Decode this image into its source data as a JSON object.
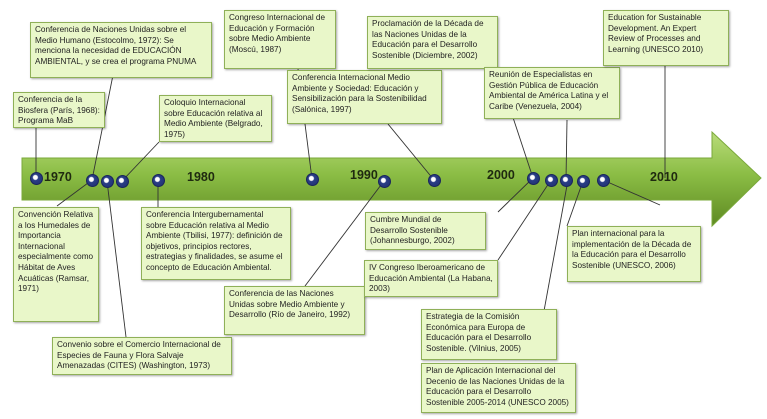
{
  "timeline": {
    "years": [
      "1970",
      "1980",
      "1990",
      "2000",
      "2010"
    ]
  },
  "events": {
    "e01": "Conferencia de Naciones Unidas sobre el Medio Humano (Estocolmo, 1972): Se menciona la necesidad de EDUCACIÓN AMBIENTAL, y se crea el programa PNUMA",
    "e02": "Conferencia de la Biosfera (París, 1968): Programa MaB",
    "e03": "Coloquio Internacional sobre Educación relativa al Medio Ambiente (Belgrado, 1975)",
    "e04": "Congreso Internacional de Educación y Formación sobre Medio Ambiente (Moscú, 1987)",
    "e05": "Conferencia Internacional Medio Ambiente y Sociedad: Educación y Sensibilización para la Sostenibilidad (Salónica, 1997)",
    "e06": "Proclamación de la Década de las Naciones Unidas de la Educación para el Desarrollo Sostenible (Diciembre, 2002)",
    "e07": "Reunión de Especialistas en Gestión Pública de Educación Ambiental de América Latina y el Caribe (Venezuela, 2004)",
    "e08": "Education for Sustainable Development. An Expert Review of Processes and Learning (UNESCO 2010)",
    "e09": "Convención Relativa a los Humedales de Importancia Internacional especialmente como Hábitat de Aves Acuáticas (Ramsar, 1971)",
    "e10": "Conferencia Intergubernamental sobre Educación relativa al Medio Ambiente (Tbilisi, 1977): definición de objetivos, principios rectores, estrategias y finalidades, se asume el concepto de Educación Ambiental.",
    "e11": "Convenio sobre el Comercio Internacional de Especies de Fauna y Flora Salvaje Amenazadas (CITES) (Washington, 1973)",
    "e12": "Conferencia de las Naciones Unidas sobre Medio Ambiente y Desarrollo (Río de Janeiro, 1992)",
    "e13": "Cumbre Mundial de Desarrollo Sostenible (Johannesburgo, 2002)",
    "e14": "IV Congreso Iberoamericano de Educación Ambiental (La Habana, 2003)",
    "e15": "Estrategia de la Comisión Económica para Europa de Educación para el Desarrollo Sostenible. (Vilnius, 2005)",
    "e16": "Plan de Aplicación Internacional del Decenio de las Naciones Unidas de la Educación para el Desarrollo Sostenible 2005-2014 (UNESCO 2005)",
    "e17": "Plan internacional para la implementación de la Década de la Educación para el Desarrollo Sostenible (UNESCO, 2006)"
  }
}
